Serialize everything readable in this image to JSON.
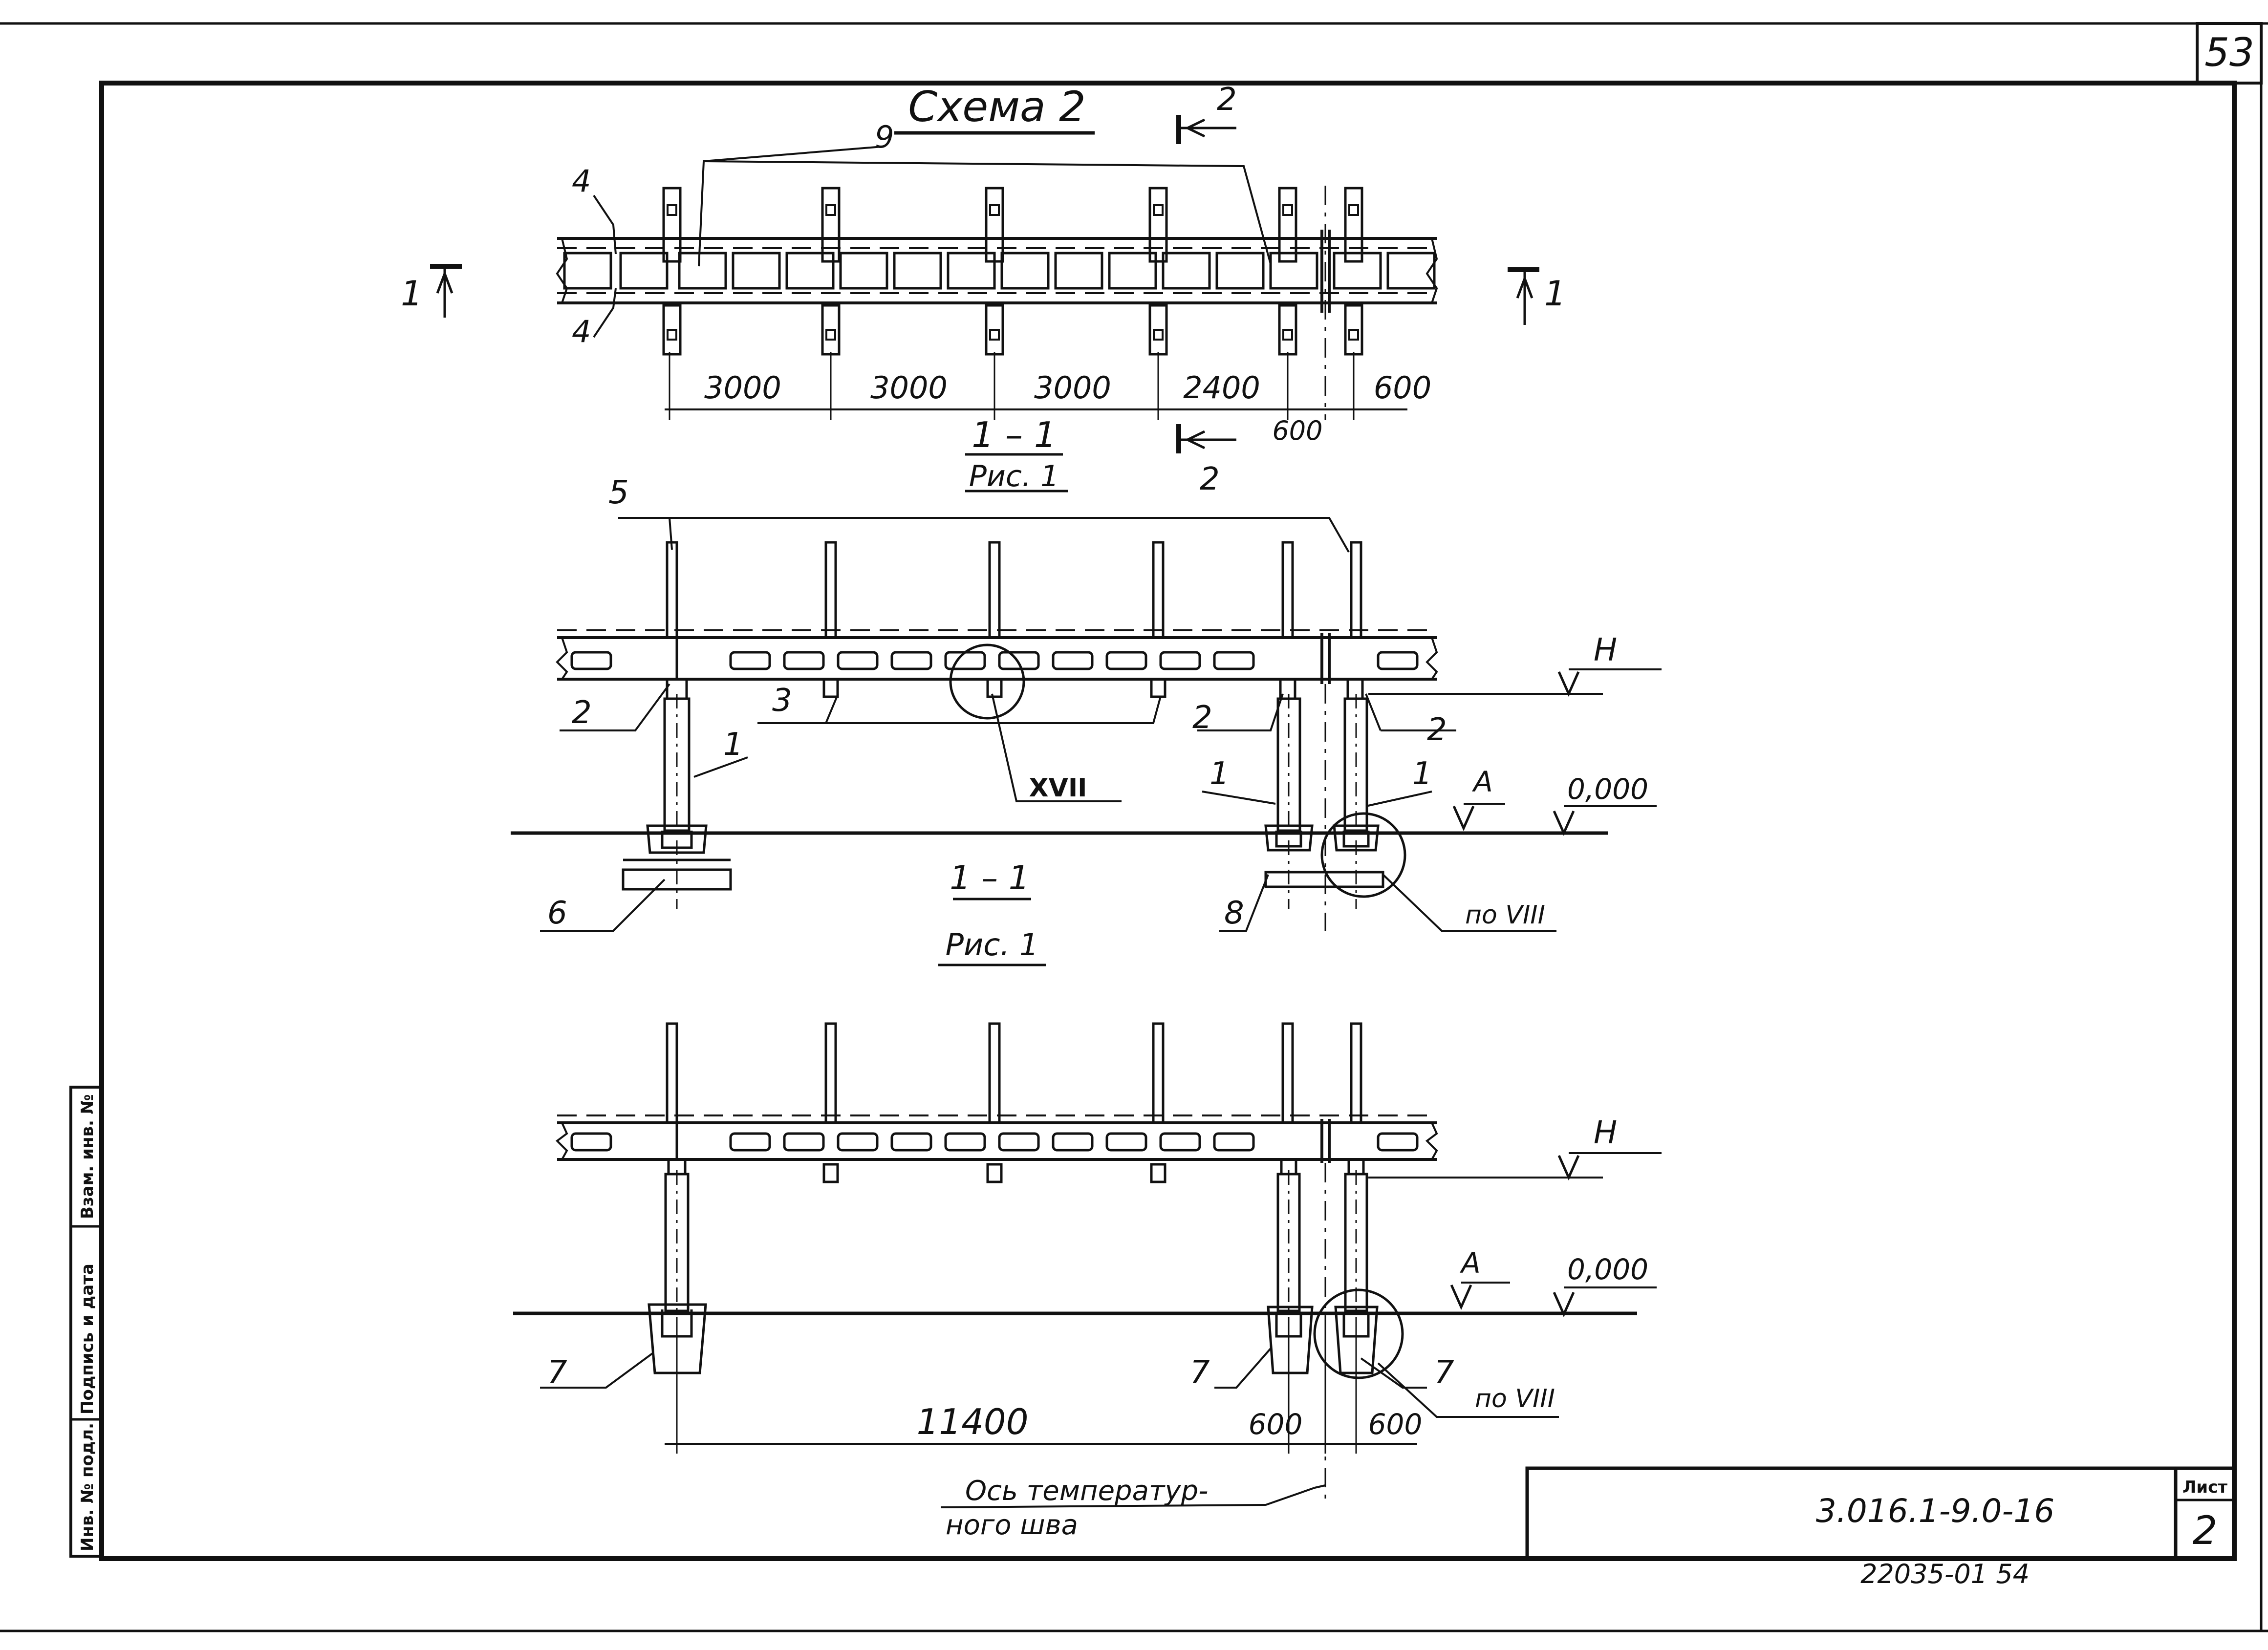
{
  "sheet_corner_number": "53",
  "plan": {
    "title": "Схема 2",
    "item_9": "9",
    "item_4_top": "4",
    "item_4_bottom": "4",
    "cut_2_top": "2",
    "cut_2_bottom": "2",
    "cut_1_left": "1",
    "cut_1_right": "1",
    "dims": [
      "3000",
      "3000",
      "3000",
      "2400",
      "600",
      "600"
    ],
    "section_mark": "1 – 1",
    "fig_ref": "Рис. 1"
  },
  "elevation_1": {
    "item_5": "5",
    "item_2_left": "2",
    "item_3": "3",
    "item_2_mid": "2",
    "item_2_right": "2",
    "item_1_left": "1",
    "item_1_mid": "1",
    "item_1_right": "1",
    "detail_XVII": "XVII",
    "level_H": "H",
    "level_A": "A",
    "level_zero": "0,000",
    "item_6": "6",
    "item_8": "8",
    "detail_VIII": "по VIII",
    "section_mark": "1 – 1",
    "fig_ref": "Рис. 1"
  },
  "elevation_2": {
    "level_H": "H",
    "level_A": "A",
    "level_zero": "0,000",
    "item_7_left": "7",
    "item_7_mid": "7",
    "item_7_right": "7",
    "detail_VIII": "по VIII",
    "dim_main": "11400",
    "dim_600_a": "600",
    "dim_600_b": "600",
    "joint_axis_line1": "Ось температур-",
    "joint_axis_line2": "ного шва"
  },
  "side_stamp": {
    "cell_1": "Инв. № подл.",
    "cell_2": "Подпись и дата",
    "cell_3": "Взам. инв. №"
  },
  "title_block": {
    "designation": "3.016.1-9.0-16",
    "sheet_label": "Лист",
    "sheet_number": "2"
  },
  "footer_code": "22035-01 54"
}
